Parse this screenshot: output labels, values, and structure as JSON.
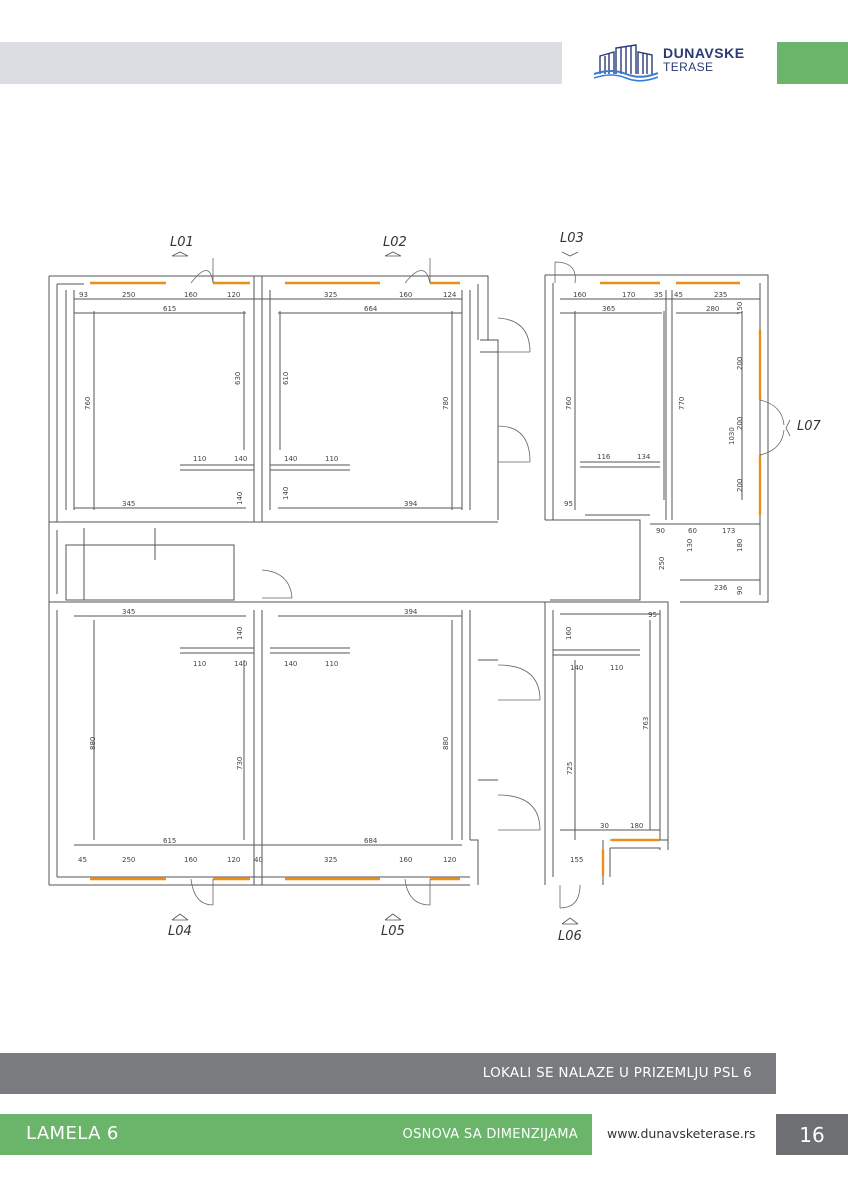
{
  "header": {
    "logo_line1": "DUNAVSKE",
    "logo_line2": "TERASE",
    "brand_color": "#2a3a78",
    "accent_green": "#6ab56a"
  },
  "plan": {
    "unit_labels": [
      "L01",
      "L02",
      "L03",
      "L04",
      "L05",
      "L06",
      "L07"
    ],
    "dimensions": {
      "l01_top": [
        "93",
        "250",
        "160",
        "120"
      ],
      "l01_width": "615",
      "l01_height": "760",
      "l01_inner": "630",
      "l02_top": [
        "325",
        "160",
        "124"
      ],
      "l02_width": "664",
      "l02_height": "780",
      "l02_inner": "610",
      "l03_top": [
        "160",
        "170",
        "35"
      ],
      "l03_width": "365",
      "l03_height": "760",
      "l03_inner": "770",
      "l07_top": [
        "45",
        "235"
      ],
      "l07_width": "280",
      "l07_side": [
        "150",
        "200",
        "200",
        "200"
      ],
      "l07_height": "1030",
      "wc_top_left": [
        "110",
        "140",
        "140",
        "110"
      ],
      "wc_top_right": [
        "116",
        "134"
      ],
      "wc_vert": [
        "140",
        "140"
      ],
      "corridor_left": "345",
      "corridor_right": "394",
      "l03_bottom": "95",
      "small_room": [
        "90",
        "60",
        "173",
        "130",
        "180",
        "250",
        "236",
        "90"
      ],
      "lower_left": "345",
      "lower_right": "394",
      "wc_bottom_left": [
        "110",
        "140",
        "140",
        "110"
      ],
      "wc_bottom_vert": "140",
      "l04_height": "880",
      "l04_inner": "730",
      "l05_height": "880",
      "l04_width": "615",
      "l05_width": "684",
      "l04_bottom": [
        "45",
        "250",
        "160",
        "120",
        "40"
      ],
      "l05_bottom": [
        "325",
        "160",
        "120"
      ],
      "l06_wc": [
        "160",
        "140",
        "110",
        "95"
      ],
      "l06_height": "725",
      "l06_inner": "763",
      "l06_step": [
        "30",
        "180"
      ],
      "l06_bottom": "155"
    }
  },
  "footer": {
    "band_text": "LOKALI SE NALAZE U PRIZEMLJU PSL 6",
    "lamela": "LAMELA 6",
    "osnova": "OSNOVA SA DIMENZIJAMA",
    "website": "www.dunavsketerase.rs",
    "page_number": "16"
  }
}
